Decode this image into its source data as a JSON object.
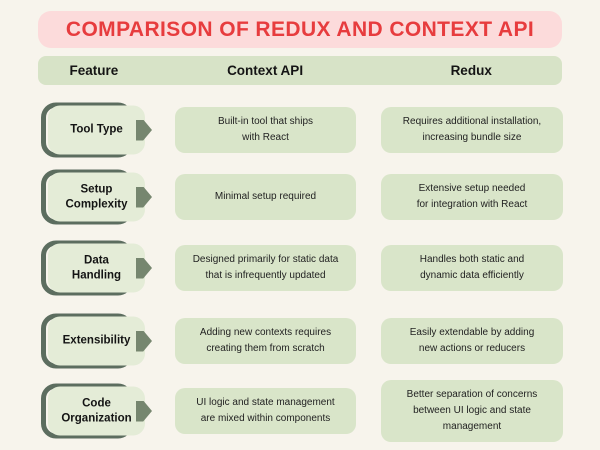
{
  "title": "COMPARISON OF REDUX AND CONTEXT API",
  "colors": {
    "background": "#f7f4ec",
    "title_bg": "#fcdbdb",
    "title_text": "#e73c3e",
    "header_bg": "#d7e3c7",
    "cell_bg": "#d9e5c9",
    "badge_bg": "#e4ecd7",
    "badge_outline": "#5c6d5f",
    "arrow_icon": "#76866f"
  },
  "icons": {
    "feature_arrow": "right-pointing-pentagon-arrow"
  },
  "table": {
    "headers": {
      "feature": "Feature",
      "context_api": "Context API",
      "redux": "Redux"
    },
    "rows": [
      {
        "feature": "Tool Type",
        "context_api": "Built-in tool that ships\nwith React",
        "redux": "Requires additional installation,\nincreasing bundle size"
      },
      {
        "feature": "Setup\nComplexity",
        "context_api": "Minimal setup required",
        "redux": "Extensive setup needed\nfor integration with React"
      },
      {
        "feature": "Data\nHandling",
        "context_api": "Designed primarily for static data\nthat is infrequently updated",
        "redux": "Handles both static and\ndynamic data efficiently"
      },
      {
        "feature": "Extensibility",
        "context_api": "Adding new contexts requires\ncreating them from scratch",
        "redux": "Easily extendable by adding\nnew actions or reducers"
      },
      {
        "feature": "Code\nOrganization",
        "context_api": "UI logic and state management\nare mixed within components",
        "redux": "Better separation of concerns\nbetween UI logic and state\nmanagement"
      }
    ]
  }
}
